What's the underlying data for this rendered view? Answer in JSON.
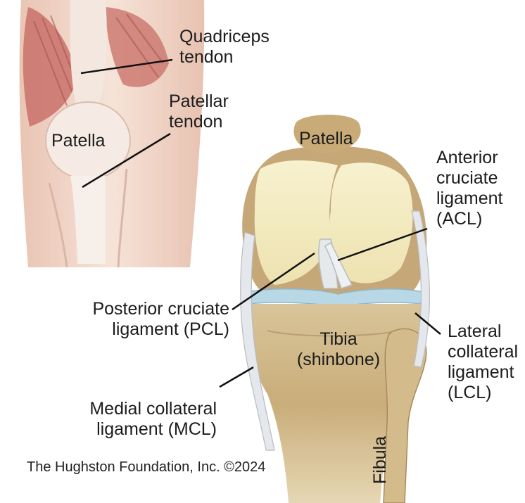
{
  "labels": {
    "quadriceps_tendon": "Quadriceps\ntendon",
    "patellar_tendon": "Patellar\ntendon",
    "patella_surface": "Patella",
    "patella_bone": "Patella",
    "acl": "Anterior\ncruciate\nligament\n(ACL)",
    "pcl": "Posterior cruciate\nligament (PCL)",
    "tibia": "Tibia\n(shinbone)",
    "lcl": "Lateral\ncollateral\nligament\n(LCL)",
    "mcl": "Medial collateral\nligament (MCL)",
    "fibula": "Fibula"
  },
  "credit": "The Hughston Foundation, Inc. ©2024",
  "colors": {
    "skin": "#f0d6c8",
    "muscle": "#c8706a",
    "bone_light": "#f3ecc4",
    "bone_dark": "#b89a66",
    "ligament": "#e4e8ec",
    "meniscus": "#b9d8e6",
    "leader_line": "#111111"
  }
}
